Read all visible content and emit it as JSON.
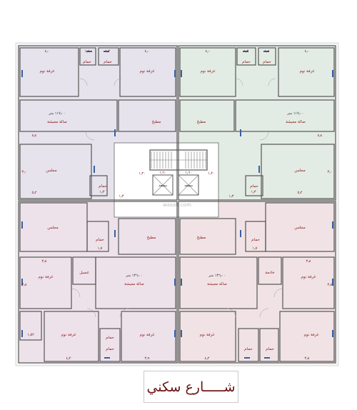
{
  "colors": {
    "top_left_unit": "#e6e3ec",
    "top_right_unit": "#e3ece4",
    "bottom_left_unit": "#eee2ea",
    "bottom_right_unit": "#f1e3e5",
    "core": "#ffffff",
    "wall": "#555555",
    "labels": "#8a1d1d",
    "windows": "#3a5fa0"
  },
  "units": {
    "top_left": {
      "bedroom_1": "غرفة نوم",
      "bedroom_2": "غرفة نوم",
      "bath_1": "حمام",
      "bath_2": "حمام",
      "hall": "صالة معيشة",
      "hall_area": "١١٧٫٠٠ متر",
      "kitchen": "مطبخ",
      "majlis": "مجلس",
      "bath_3": "حمام",
      "dims": [
        "٤٫٠",
        "١٫٤",
        "١٫٢",
        "٤٫٠",
        "٨٫٤",
        "٣٫٠",
        "٥٫٢",
        "١٫٣"
      ]
    },
    "top_right": {
      "bedroom_1": "غرفة نوم",
      "bedroom_2": "غرفة نوم",
      "bath_1": "حمام",
      "bath_2": "حمام",
      "hall": "صالة معيشة",
      "hall_area": "١١٧٫٠٠ متر",
      "kitchen": "مطبخ",
      "majlis": "مجلس",
      "bath_3": "حمام",
      "dims": [
        "٤٫٠",
        "١٫٢",
        "١٫٤",
        "٤٫٠",
        "٨٫٤",
        "٣٫٠",
        "٥٫٢",
        "١٫٣"
      ]
    },
    "bottom_left": {
      "majlis": "مجلس",
      "kitchen": "مطبخ",
      "bath_1": "حمام",
      "laundry": "غسيل",
      "bedroom_1": "غرفة نوم",
      "hall": "صالة معيشة",
      "hall_area": "١٣٦٫٠٠ متر",
      "bedroom_2": "غرفة نوم",
      "bedroom_3": "غرفة نوم",
      "bath_2": "حمام",
      "bath_3": "حمام",
      "dims": [
        "٣٫٨",
        "١٫٧",
        "٣٫٨",
        "٤٫٢",
        "٣٫٩",
        "١٫٥٢"
      ]
    },
    "bottom_right": {
      "majlis": "مجلس",
      "kitchen": "مطبخ",
      "bath_1": "حمام",
      "maid": "خادمة",
      "bedroom_1": "غرفة نوم",
      "hall": "صالة معيشة",
      "hall_area": "١٣٦٫٠٠ متر",
      "bedroom_2": "غرفة نوم",
      "bedroom_3": "غرفة نوم",
      "bath_2": "حمام",
      "bath_3": "حمام",
      "dims": [
        "٣٫٨",
        "١٫٧",
        "٣٫٨",
        "٤٫٢",
        "٣٫٨"
      ]
    }
  },
  "core": {
    "elevator_1": "مصعد",
    "elevator_2": "مصعد",
    "dims": [
      "١٫٦٠",
      "١٫٦٠",
      "١٫٢٠",
      "١٫٢٠",
      "١٫٣",
      "١٫٣"
    ]
  },
  "watermark": "wasalt.com",
  "street": "شـــــارع سكني"
}
